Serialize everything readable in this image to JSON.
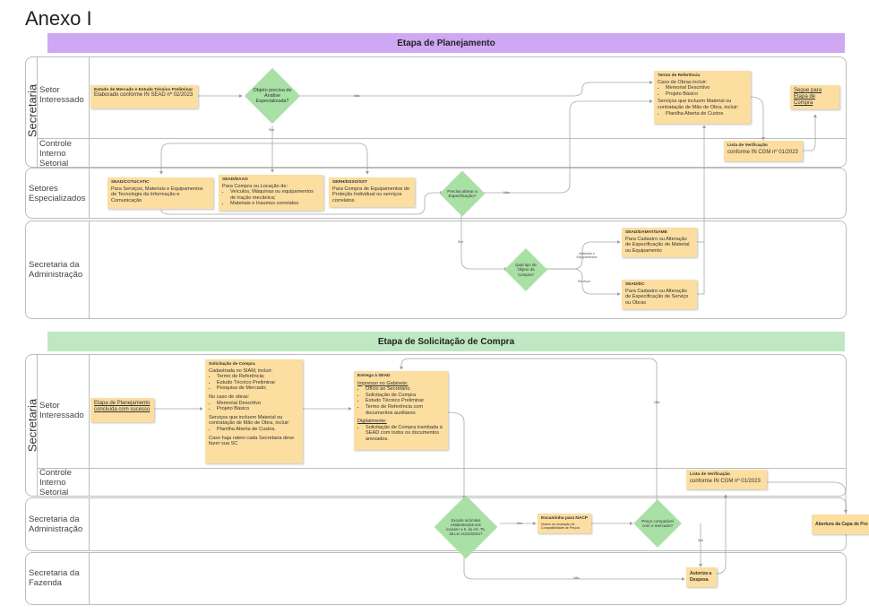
{
  "title": "Anexo I",
  "stages": {
    "planning": "Etapa de Planejamento",
    "purchase": "Etapa de Solicitação de Compra"
  },
  "lanes": {
    "secretaria": "Secretaria",
    "setor_interessado": "Setor Interessado",
    "controle_interno": "Controle Interno Setorial",
    "setores_especializados": "Setores Especializados",
    "secretaria_administracao": "Secretaria da Administração",
    "secretaria_fazenda": "Secretaria da Fazenda"
  },
  "planning": {
    "estudo": {
      "title": "Estudo de Mercado e Estudo Técnico Preliminar",
      "text": "Elaborado conforme IN SEAD nº 02/2023"
    },
    "decision1": "Objeto precisa de Análise Especializada?",
    "decision1_yes": "Sim",
    "decision1_no": "Não",
    "termo": {
      "title": "Termo de Referência",
      "intro": "Caso de Obras incluir:",
      "items1": [
        "Memorial Descritivo",
        "Projeto Básico"
      ],
      "intro2": "Serviços que incluem Material ou contratação de Mão de Obra, incluir:",
      "items2": [
        "Planilha Aberta de Custos"
      ]
    },
    "segue": "Segue para Etapa de Compra",
    "lista": {
      "title": "Lista de Verificação",
      "text": "conforme IN CGM nº 01/2023"
    },
    "cotucatic": {
      "title": "SEAD/COTUCATIC",
      "text": "Para Serviços, Materiais e Equipamentos de Tecnologia da Informação e Comunicação"
    },
    "daao": {
      "title": "SEAD/DAAO",
      "intro": "Para Compra ou Locação de:",
      "items": [
        "Veículos, Máquinas ou equipamentos de tração mecânica;",
        "Materiais e Insumos correlatos"
      ]
    },
    "serh": {
      "title": "SERH/DSSO/SST",
      "text": "Para Compra de Equipamentos de Proteção Individual ou serviços correlatos"
    },
    "decision2": "Precisa alterar a Especificação?",
    "decision2_yes": "Sim",
    "decision2_no": "Não",
    "decision3": "Qual tipo de Objeto da Compra?",
    "decision3_mat": "Materiais e Equipamentos",
    "decision3_serv": "Serviços",
    "damat": {
      "title": "SEAD/DAMAT/SAME",
      "text": "Para Cadastro ou Alteração de Especificação de Material ou Equipamento"
    },
    "dc": {
      "title": "SEAD/DC",
      "text": "Para Cadastro ou Alteração de Especificação de Serviço ou Obras"
    }
  },
  "purchase": {
    "etapa_concluida": "Etapa de Planejamento concluída com sucesso",
    "solicitacao": {
      "title": "Solicitação de Compra",
      "intro": "Cadastrada no SIAM, incluir:",
      "items1": [
        "Termo de Referência;",
        "Estudo Técnico Preliminar",
        "Pesquisa de Mercado;"
      ],
      "intro2": "No caso de obras:",
      "items2": [
        "Memorial Descritivo",
        "Projeto Básico"
      ],
      "intro3": "Serviços que incluem Material ou contratação de Mão de Obra, incluir:",
      "items3": [
        "Planilha Aberta de Custos."
      ],
      "footer": "Caso haja rateio cada Secretaria deve fazer sua SC"
    },
    "entrega": {
      "title": "Entrega à SEAD",
      "sub1": "Impresso no Gabinete:",
      "items1": [
        "Ofício ao Secretário",
        "Solicitação de Compra",
        "Estudo Técnico Preliminar",
        "Termo de Referência com documentos auxiliares"
      ],
      "sub2": "Digitalmente:",
      "items2": [
        "Solicitação de Compra tramitada à SEAD com todos os documentos anexados."
      ]
    },
    "lista": {
      "title": "Lista de Verificação",
      "text": "conforme IN CGM nº 01/2023"
    },
    "decision4": "Excede os limites estabelecidos nos incisos I e II, do Art. 75, da Lei 14133/2021?",
    "decision4_yes": "Sim",
    "decision4_no": "Não",
    "nacp": {
      "title": "Encaminha para NACP",
      "text": "Núcleo de Avaliação de Compatibilidade de Preços"
    },
    "decision5": "Preço compatível com o mercado?",
    "decision5_yes": "Sim",
    "decision5_no": "Não",
    "abertura": "Abertura da Capa de Pro",
    "autoriza": "Autoriza a Despesa"
  },
  "colors": {
    "note": "#fbdea0",
    "diamond": "#a9e0a5",
    "stage_planning": "#cfa7f3",
    "stage_purchase": "#bfe8c2"
  }
}
